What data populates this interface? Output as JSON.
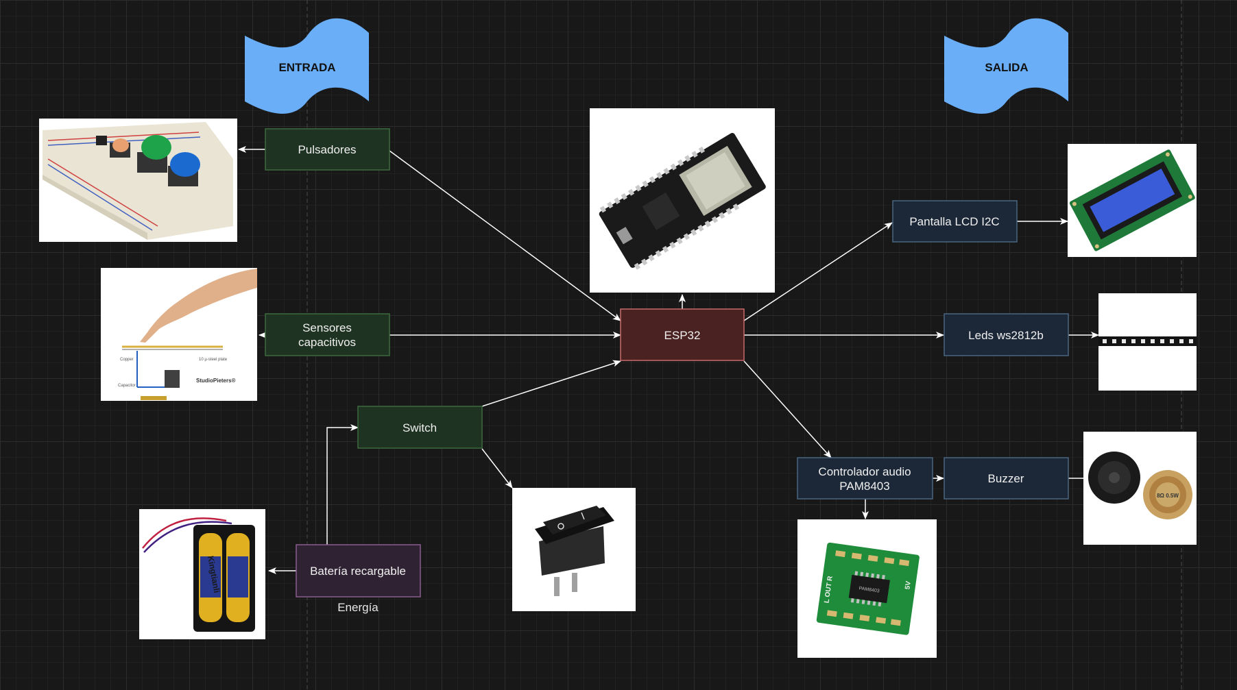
{
  "headers": {
    "entrada": "ENTRADA",
    "salida": "SALIDA"
  },
  "nodes": {
    "pulsadores": "Pulsadores",
    "sensores_line1": "Sensores",
    "sensores_line2": "capacitivos",
    "switch": "Switch",
    "bateria": "Batería recargable",
    "energia_caption": "Energía",
    "esp32": "ESP32",
    "lcd": "Pantalla LCD I2C",
    "leds": "Leds ws2812b",
    "audio_line1": "Controlador audio",
    "audio_line2": "PAM8403",
    "buzzer": "Buzzer"
  },
  "pictures": {
    "capacitive_label_copper": "Copper",
    "capacitive_label_plate": "10 µ-steel plate",
    "capacitive_label_capacitor": "Capacitor",
    "capacitive_brand": "StudioPieters®",
    "battery_brand": "Kingtianli",
    "module_silk_out": "L OUT R",
    "module_silk_5v": "5V",
    "module_chip": "PAM8403",
    "speaker_text": "8Ω 0.5W"
  },
  "colors": {
    "input_fill": "#1e3321",
    "input_stroke": "#3d6b3f",
    "output_fill": "#1c2838",
    "output_stroke": "#4a6680",
    "esp_fill": "#4a2222",
    "esp_stroke": "#c86b6b",
    "power_fill": "#2f2333",
    "power_stroke": "#8a5e90",
    "tape": "#6aaef8",
    "arrow": "#ffffff"
  }
}
